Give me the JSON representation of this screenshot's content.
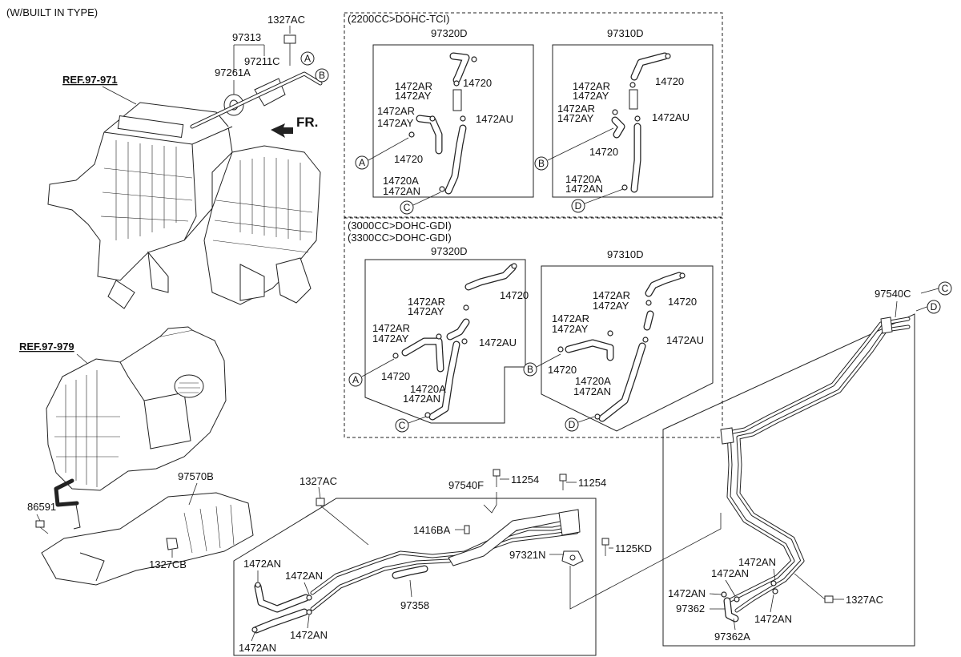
{
  "header_note": "(W/BUILT IN TYPE)",
  "refs": {
    "ref1": "REF.97-971",
    "ref2": "REF.97-979"
  },
  "fr_label": "FR.",
  "sections": {
    "tci_title": "(2200CC>DOHC-TCI)",
    "gdi_title_1": "(3000CC>DOHC-GDI)",
    "gdi_title_2": "(3300CC>DOHC-GDI)"
  },
  "connectors": {
    "a": "A",
    "b": "B",
    "c": "C",
    "d": "D"
  },
  "labels": {
    "p1327AC_top": "1327AC",
    "p97313": "97313",
    "p97211C": "97211C",
    "p97261A": "97261A",
    "tci_97320D": "97320D",
    "tci_97310D": "97310D",
    "gdi_97320D": "97320D",
    "gdi_97310D": "97310D",
    "p1472AR": "1472AR",
    "p1472AY": "1472AY",
    "p14720": "14720",
    "p1472AU": "1472AU",
    "p14720A": "14720A",
    "p1472AN": "1472AN",
    "p97540C": "97540C",
    "p97570B": "97570B",
    "p86591": "86591",
    "p1327CB": "1327CB",
    "p1327AC_mid": "1327AC",
    "p97540F": "97540F",
    "p11254": "11254",
    "p1416BA": "1416BA",
    "p97321N": "97321N",
    "p1125KD": "1125KD",
    "p97358": "97358",
    "p97362": "97362",
    "p97362A": "97362A",
    "p1327AC_right": "1327AC"
  }
}
